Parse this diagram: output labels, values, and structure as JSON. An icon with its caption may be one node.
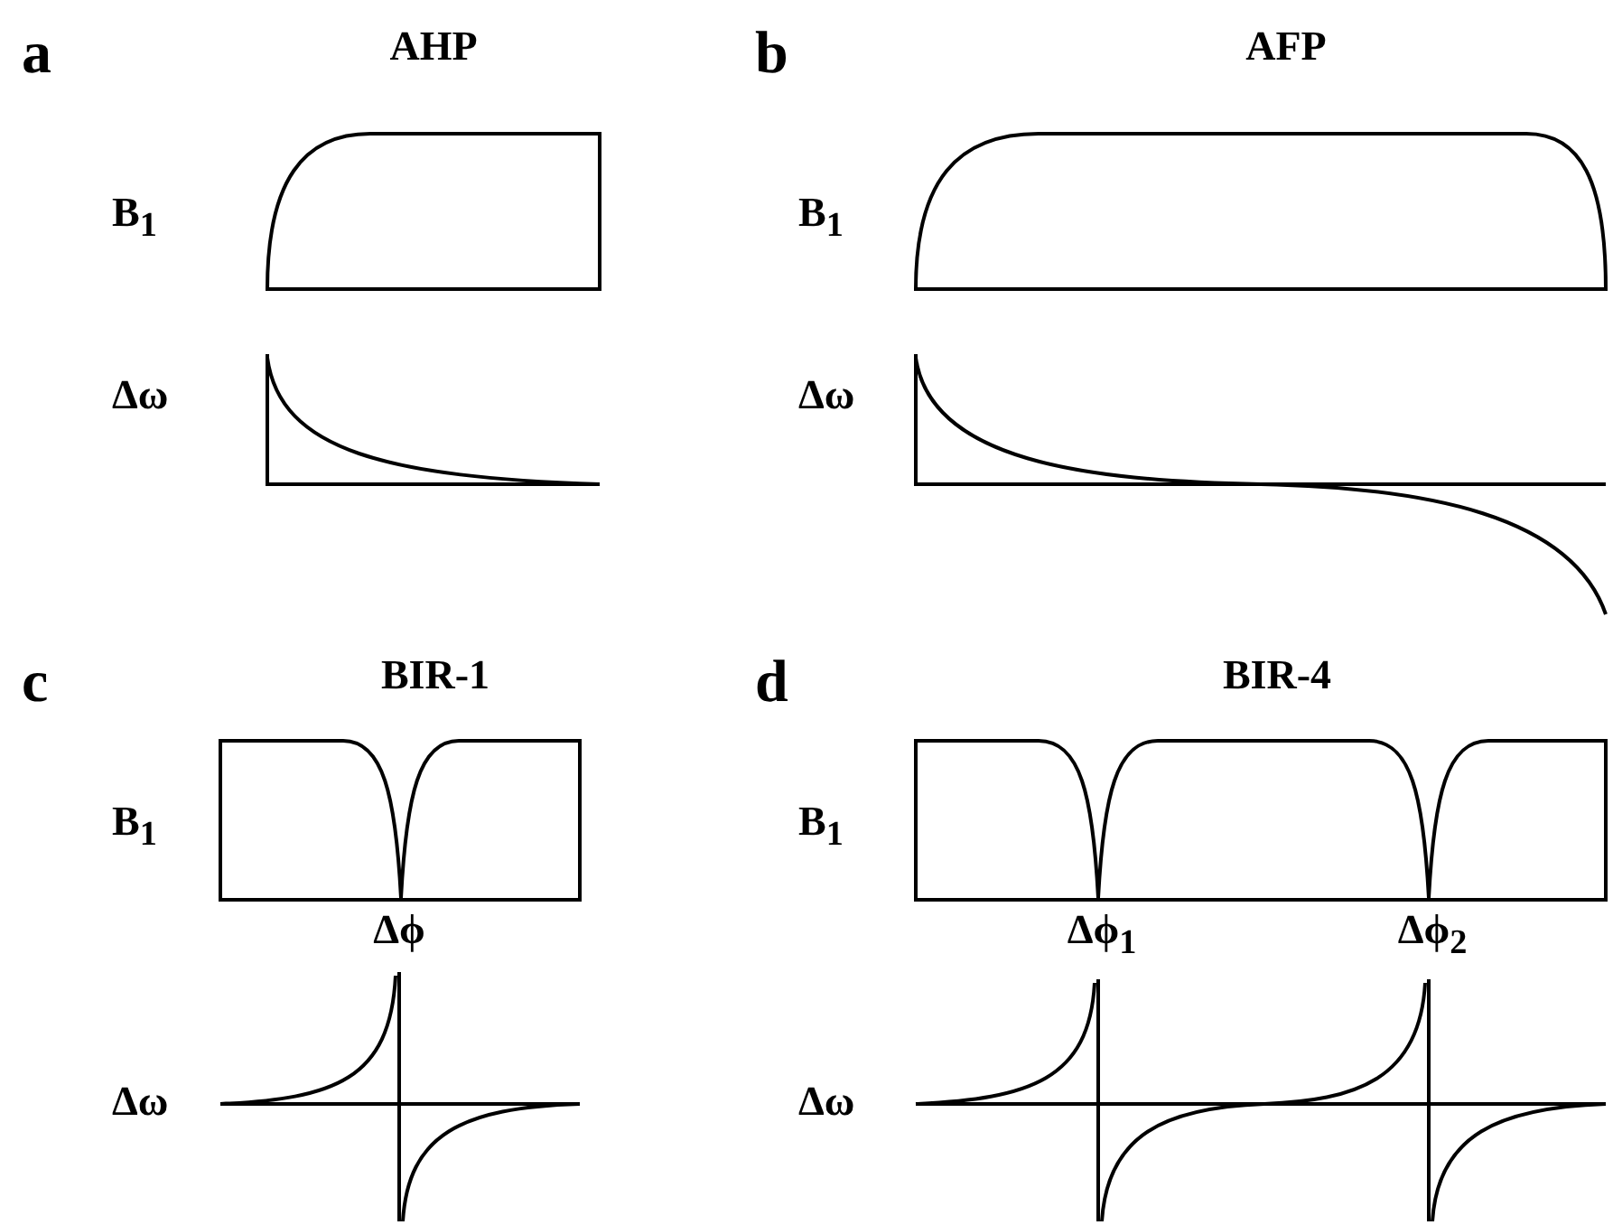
{
  "diagram": {
    "labels": [
      "a",
      "AHP",
      "B$_{1}$",
      "Δω",
      "b",
      "AFP",
      "B$_{1}$",
      "Δω",
      "c",
      "BIR-1",
      "B$_{1}$",
      "Δϕ",
      "Δω",
      "d",
      "BIR-4",
      "B$_{1}$",
      "Δϕ$_{1}$",
      "Δϕ$_{2}$",
      "Δω"
    ]
  }
}
